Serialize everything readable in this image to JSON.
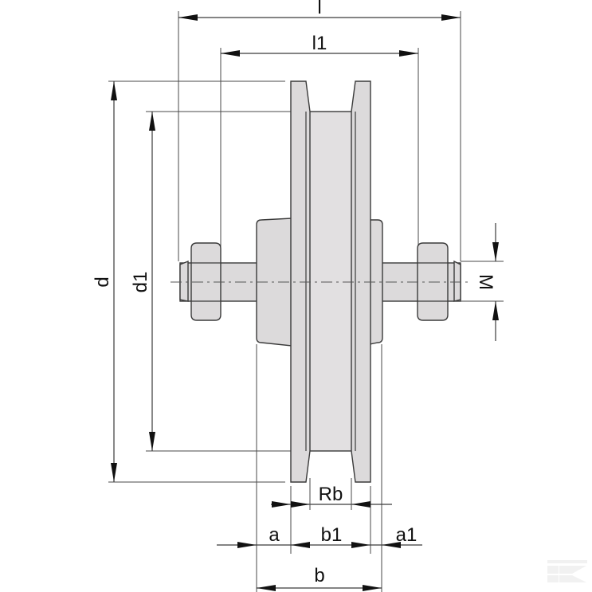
{
  "drawing": {
    "title": "V-groove wheel with axle, dimension drawing",
    "colors": {
      "part_fill": "#dcdadb",
      "line": "#3a3a3a",
      "background": "#ffffff"
    },
    "dimensions": {
      "l": "l",
      "l1": "l1",
      "d": "d",
      "d1": "d1",
      "M": "M",
      "Rb": "Rb",
      "a": "a",
      "b1": "b1",
      "a1": "a1",
      "b": "b"
    },
    "watermark": "K-logo"
  }
}
